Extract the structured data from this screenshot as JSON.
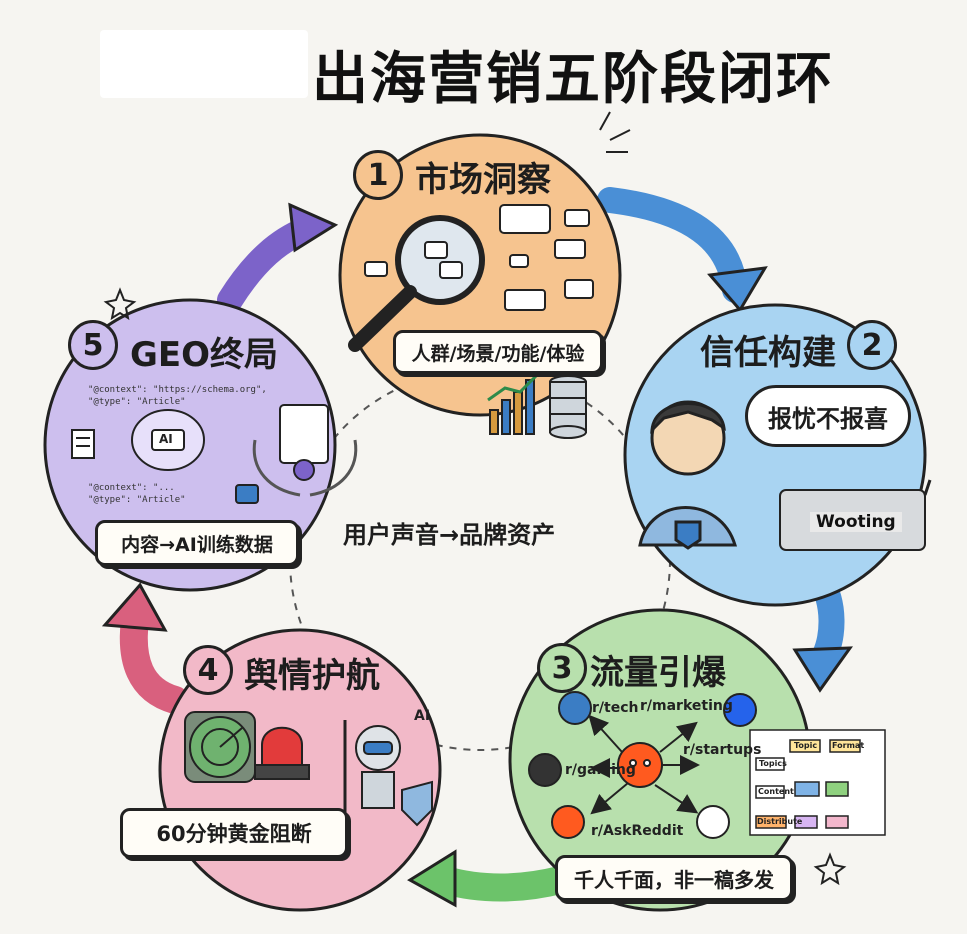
{
  "title": "出海营销五阶段闭环",
  "center": "用户声音→品牌资产",
  "colors": {
    "stage1": "#f6c48f",
    "stage2": "#a9d4f2",
    "stage3": "#b8e0ad",
    "stage4": "#f2b9c8",
    "stage5": "#cdbfee",
    "arrow_blue": "#4a8fd6",
    "arrow_green": "#6cc36a",
    "arrow_pink": "#d9607e",
    "arrow_purple": "#7c63c9"
  },
  "stages": [
    {
      "number": "1",
      "title": "市场洞察",
      "tag": "人群/场景/功能/体验",
      "icons": [
        "magnifier-icon",
        "chat-bubbles-icon",
        "bar-chart-icon",
        "database-icon"
      ]
    },
    {
      "number": "2",
      "title": "信任构建",
      "bubble": "报忧不报喜",
      "keyboard": "Wooting",
      "icons": [
        "person-icon",
        "shield-icon",
        "keyboard-icon"
      ]
    },
    {
      "number": "3",
      "title": "流量引爆",
      "tag": "千人千面，非一稿多发",
      "subreddits": [
        "r/tech",
        "r/marketing",
        "r/startups",
        "r/gaming",
        "r/AskReddit"
      ],
      "flowchart": [
        "Topic",
        "Format",
        "Topics",
        "Content",
        "Distribute"
      ]
    },
    {
      "number": "4",
      "title": "舆情护航",
      "tag": "60分钟黄金阻断",
      "ai_label": "AI",
      "icons": [
        "radar-icon",
        "siren-icon",
        "robot-guard-icon"
      ]
    },
    {
      "number": "5",
      "title": "GEO终局",
      "tag": "内容→AI训练数据",
      "brain_label": "AI",
      "code_top": "\"@context\": \"https://schema.org\",\n\"@type\": \"Article\"",
      "code_bottom": "\"@context\": \"...\n\"@type\": \"Article\"",
      "icons": [
        "brain-icon",
        "certificate-icon",
        "thumbs-up-icon",
        "document-icon"
      ]
    }
  ]
}
